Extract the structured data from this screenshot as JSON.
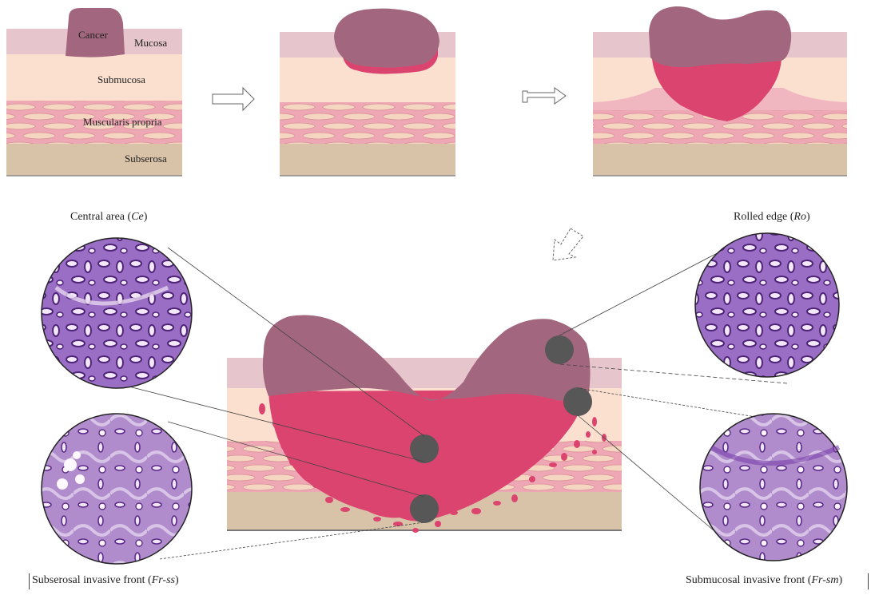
{
  "layers": {
    "cancer": "Cancer",
    "mucosa": "Mucosa",
    "submucosa": "Submucosa",
    "muscularis": "Muscularis propria",
    "subserosa": "Subserosa"
  },
  "regions": {
    "central": {
      "text": "Central area (",
      "abbr": "Ce",
      "close": ")"
    },
    "rolled": {
      "text": "Rolled edge (",
      "abbr": "Ro",
      "close": ")"
    },
    "subserosal": {
      "text": "Subserosal invasive front (",
      "abbr": "Fr-ss",
      "close": ")"
    },
    "submucosal": {
      "text": "Submucosal invasive front (",
      "abbr": "Fr-sm",
      "close": ")"
    }
  },
  "colors": {
    "mucosa": "#e7c5cc",
    "submucosa": "#fbe0d0",
    "muscularis": "#eea7b4",
    "muscle_fiber": "#f5d8c2",
    "subserosa": "#d8c2a8",
    "cancer_top": "#a2677e",
    "cancer_invasive": "#dc4470",
    "sample_point": "#575757",
    "histology_purple": "#8a58b8"
  }
}
